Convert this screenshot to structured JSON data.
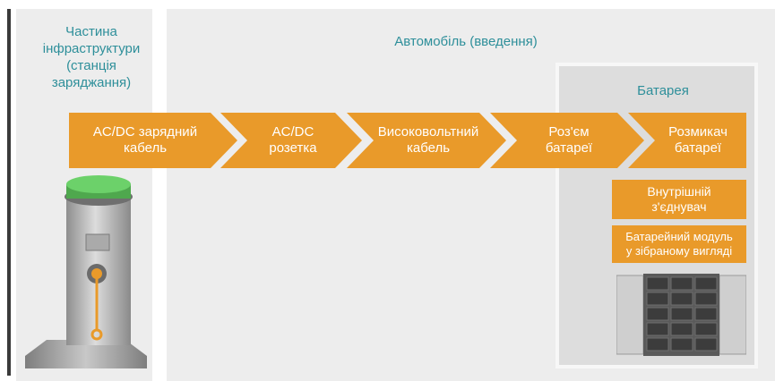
{
  "infrastructure_heading": "Частина\nінфраструктури\n(станція\nзаряджання)",
  "vehicle_heading": "Автомобіль (введення)",
  "battery_heading": "Батарея",
  "chain": [
    "AC/DC зарядний\nкабель",
    "AC/DC\nрозетка",
    "Високовольтний\nкабель",
    "Роз'єм\nбатареї",
    "Розмикач\nбатареї"
  ],
  "battery_components": [
    "Внутрішній\nз'єднувач",
    "Батарейний модуль\nу зібраному вигляді"
  ],
  "colors": {
    "accent_orange": "#e99a2a",
    "heading_teal": "#2e8f9a",
    "panel_grey": "#ededed",
    "station_top_green": "#5bbf5a"
  },
  "icons": [
    "charging-station-icon",
    "battery-module-icon"
  ]
}
